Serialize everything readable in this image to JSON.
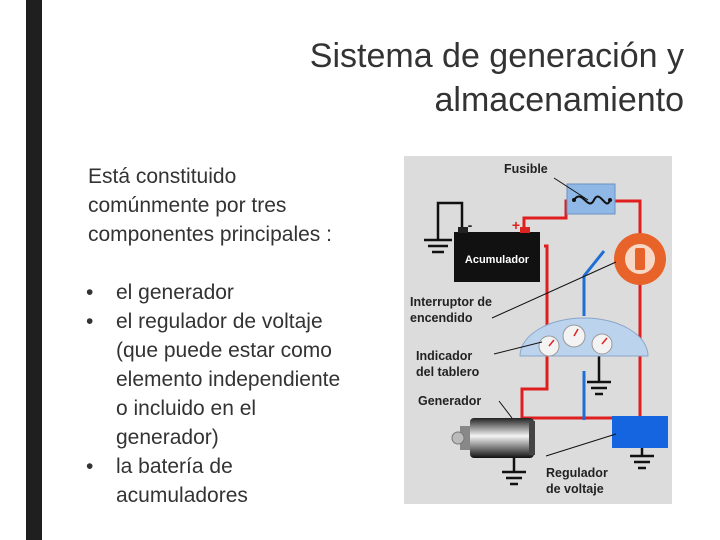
{
  "slide": {
    "title_line1": "Sistema de generación y",
    "title_line2": "almacenamiento",
    "intro_line1": "Está constituido",
    "intro_line2": "comúnmente por tres",
    "intro_line3": "componentes principales :",
    "bullets": [
      {
        "lines": [
          "el generador"
        ]
      },
      {
        "lines": [
          "el regulador de voltaje",
          "(que puede estar como",
          "elemento independiente",
          "o incluido en el",
          "generador)"
        ]
      },
      {
        "lines": [
          "la batería de",
          "acumuladores"
        ]
      }
    ]
  },
  "diagram": {
    "fusible": "Fusible",
    "acumulador": "Acumulador",
    "interruptor_line1": "Interruptor de",
    "interruptor_line2": "encendido",
    "indicador_line1": "Indicador",
    "indicador_line2": "del tablero",
    "generador": "Generador",
    "regulador_line1": "Regulador",
    "regulador_line2": "de voltaje",
    "minus_sign": "-",
    "plus_sign": "+",
    "colors": {
      "panel": "#dcdcdc",
      "red_wire": "#e01e1e",
      "blue_wire": "#1d6fd6",
      "regulator": "#1565e0",
      "switch_ring": "#e8632a"
    }
  }
}
